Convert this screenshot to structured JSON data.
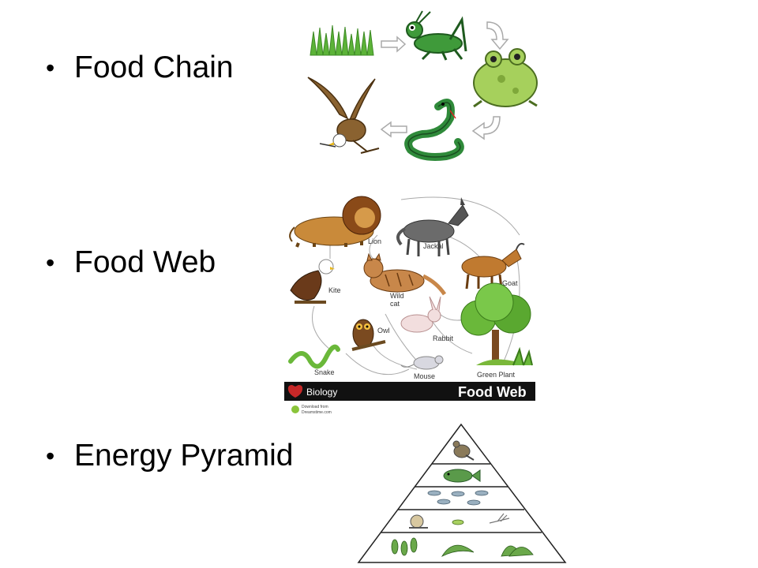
{
  "bullets": [
    {
      "text": "Food Chain"
    },
    {
      "text": "Food Web"
    },
    {
      "text": "Energy Pyramid"
    }
  ],
  "food_web": {
    "labels": {
      "lion": "Lion",
      "jackal": "Jackal",
      "goat": "Goat",
      "kite": "Kite",
      "wild_cat": "Wild",
      "wild_cat_2": "cat",
      "owl": "Owl",
      "rabbit": "Rabbit",
      "snake": "Snake",
      "mouse": "Mouse",
      "green_plant": "Green Plant"
    },
    "banner_left": "Biology",
    "banner_right": "Food Web",
    "credit_1": "Download from",
    "credit_2": "Dreamstime.com"
  },
  "colors": {
    "grass": "#5cb338",
    "grasshopper": "#3f9a3a",
    "frog": "#a6d05c",
    "snake": "#2f8a3a",
    "eagle": "#8a6230",
    "banner": "#111111"
  }
}
